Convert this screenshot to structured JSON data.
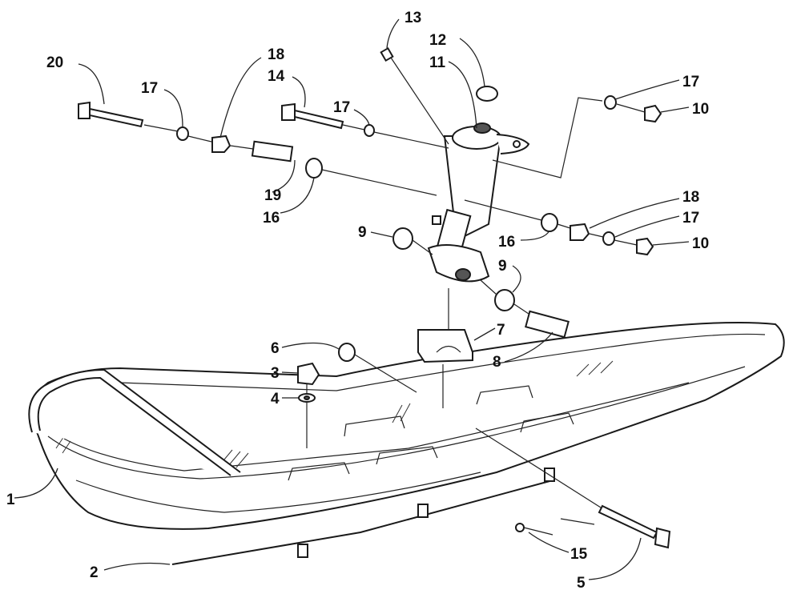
{
  "figure": {
    "type": "exploded-parts-diagram",
    "colors": {
      "ink": "#1a1a1a",
      "paper": "#ffffff",
      "shade": "#555555"
    }
  },
  "callouts": [
    {
      "id": "c1",
      "label": "1"
    },
    {
      "id": "c2",
      "label": "2"
    },
    {
      "id": "c3",
      "label": "3"
    },
    {
      "id": "c4",
      "label": "4"
    },
    {
      "id": "c5",
      "label": "5"
    },
    {
      "id": "c6",
      "label": "6"
    },
    {
      "id": "c7",
      "label": "7"
    },
    {
      "id": "c8",
      "label": "8"
    },
    {
      "id": "c9a",
      "label": "9"
    },
    {
      "id": "c9b",
      "label": "9"
    },
    {
      "id": "c10a",
      "label": "10"
    },
    {
      "id": "c10b",
      "label": "10"
    },
    {
      "id": "c11",
      "label": "11"
    },
    {
      "id": "c12",
      "label": "12"
    },
    {
      "id": "c13",
      "label": "13"
    },
    {
      "id": "c14",
      "label": "14"
    },
    {
      "id": "c15",
      "label": "15"
    },
    {
      "id": "c16a",
      "label": "16"
    },
    {
      "id": "c16b",
      "label": "16"
    },
    {
      "id": "c17a",
      "label": "17"
    },
    {
      "id": "c17b",
      "label": "17"
    },
    {
      "id": "c17c",
      "label": "17"
    },
    {
      "id": "c17d",
      "label": "17"
    },
    {
      "id": "c18a",
      "label": "18"
    },
    {
      "id": "c18b",
      "label": "18"
    },
    {
      "id": "c19",
      "label": "19"
    },
    {
      "id": "c20",
      "label": "20"
    }
  ]
}
